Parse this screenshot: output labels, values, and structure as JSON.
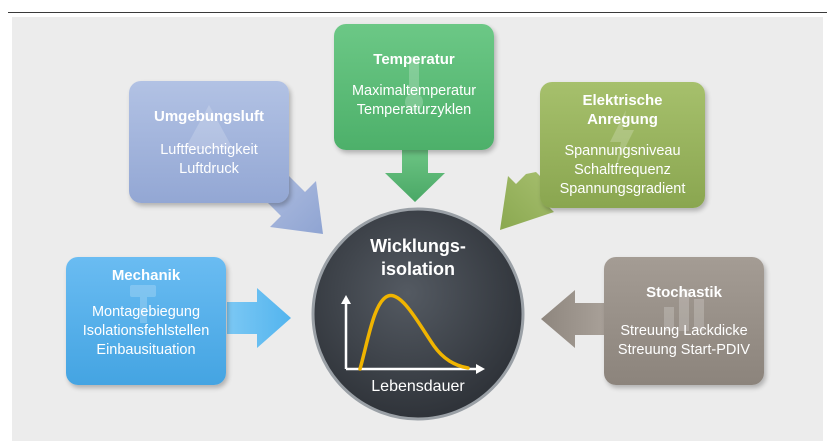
{
  "center": {
    "title_line1": "Wicklungs-",
    "title_line2": "isolation",
    "axis_label": "Lebensdauer"
  },
  "factors": {
    "umgebungsluft": {
      "title": "Umgebungsluft",
      "lines": [
        "Luftfeuchtigkeit",
        "Luftdruck"
      ],
      "color": "#9aaed6"
    },
    "temperatur": {
      "title": "Temperatur",
      "lines": [
        "Maximaltemperatur",
        "Temperaturzyklen"
      ],
      "color": "#58b870"
    },
    "elektrische": {
      "title_line1": "Elektrische",
      "title_line2": "Anregung",
      "lines": [
        "Spannungsniveau",
        "Schaltfrequenz",
        "Spannungsgradient"
      ],
      "color": "#98b25c"
    },
    "mechanik": {
      "title": "Mechanik",
      "lines": [
        "Montagebiegung",
        "Isolationsfehlstellen",
        "Einbausituation"
      ],
      "color": "#4aa8e4"
    },
    "stochastik": {
      "title": "Stochastik",
      "lines": [
        "Streuung Lackdicke",
        "Streuung Start-PDIV"
      ],
      "color": "#9a928a"
    }
  }
}
